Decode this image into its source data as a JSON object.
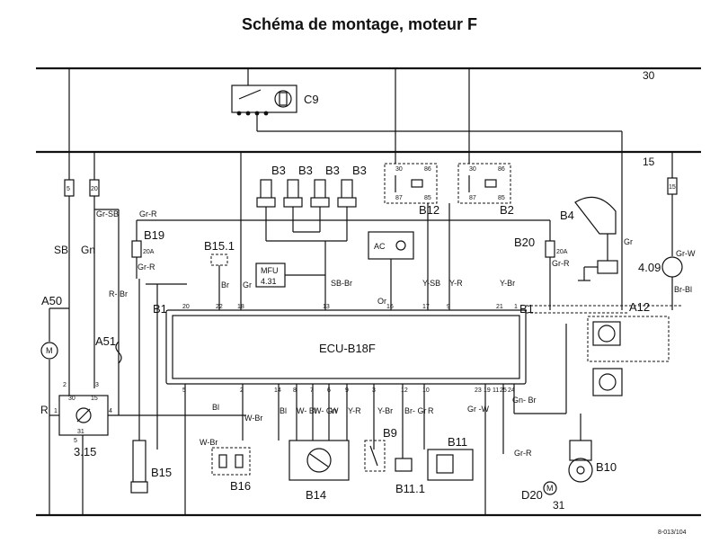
{
  "title": "Schéma de montage, moteur F",
  "rails": {
    "top": "30",
    "middle": "15",
    "bottom": "31"
  },
  "reference": "8-013/104",
  "ecu": {
    "label": "ECU-B18F",
    "connector_left": "B1",
    "connector_right": "B1",
    "top_pins": [
      "20",
      "22",
      "18",
      "13",
      "16",
      "17",
      "9",
      "21",
      "1"
    ],
    "bottom_pins": [
      "5",
      "2",
      "14",
      "8",
      "7",
      "6",
      "9",
      "3",
      "12",
      "10",
      "23",
      "19",
      "11",
      "25",
      "24"
    ]
  },
  "components": {
    "c9": "C9",
    "b3": [
      "B3",
      "B3",
      "B3",
      "B3"
    ],
    "b12": "B12",
    "b2": "B2",
    "b4": "B4",
    "b19": "B19",
    "b15_1": "B15.1",
    "mfu": "MFU",
    "mfu_ref": "4.31",
    "ac": "AC",
    "b20": "B20",
    "a12": "A12",
    "a409": "4.09",
    "a50": "A50",
    "a51": "A51",
    "r315": "3.15",
    "b15": "B15",
    "b16": "B16",
    "b14": "B14",
    "b9": "B9",
    "b11_1": "B11.1",
    "b11": "B11",
    "d20": "D20",
    "b10": "B10"
  },
  "fuses": {
    "f1": "5",
    "f2": "20",
    "f3": "15"
  },
  "fuse_ratings": {
    "b19": "20A",
    "b20": "20A"
  },
  "wires": {
    "sb": "SB",
    "gn": "Gn",
    "gr_sb": "Gr-SB",
    "gr_r_top": "Gr-R",
    "gr_r_b19": "Gr-R",
    "r_br": "R-\nBr",
    "br": "Br",
    "gr": "Gr",
    "sb_br": "SB-Br",
    "or": "Or",
    "y_sb": "Y-SB",
    "y_r": "Y-R",
    "y_br": "Y-Br",
    "gr_r_b20": "Gr-R",
    "gr_b4": "Gr",
    "gr_w": "Gr-W",
    "br_bl": "Br-Bl",
    "r": "R",
    "bl": "Bl",
    "w_br": "W-Br",
    "w_br_b16": "W-Br",
    "bl_b14": "Bl",
    "w_bl": "W-\nBl",
    "w_gn": "W-\nGn",
    "w": "W",
    "y_r_low": "Y-R",
    "y_br_low": "Y-Br",
    "br_gr": "Br-\nGr",
    "r_low": "R",
    "gr_w_low": "Gr\n-W",
    "gn_br": "Gn-\nBr",
    "gr_r_low": "Gr-R"
  },
  "relay_pins": {
    "p30": "30",
    "p86": "86",
    "p87": "87",
    "p85": "85"
  },
  "a315_pins": {
    "p30": "30",
    "p15": "15",
    "p31": "31",
    "p1": "1",
    "p4": "4",
    "p5": "5",
    "p2": "2",
    "p3": "3"
  }
}
